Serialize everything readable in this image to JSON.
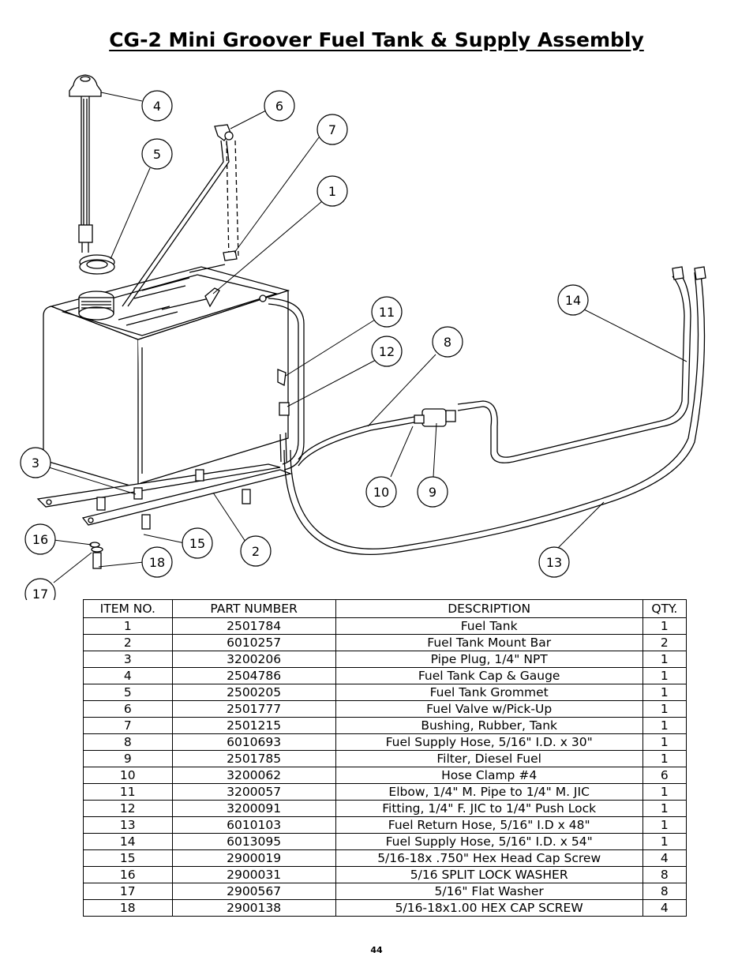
{
  "title": "CG-2 Mini Groover Fuel Tank & Supply Assembly",
  "callouts": [
    "4",
    "6",
    "7",
    "5",
    "1",
    "14",
    "11",
    "8",
    "12",
    "3",
    "10",
    "9",
    "16",
    "15",
    "2",
    "18",
    "13",
    "17"
  ],
  "table": {
    "headers": [
      "ITEM NO.",
      "PART NUMBER",
      "DESCRIPTION",
      "QTY."
    ],
    "rows": [
      [
        "1",
        "2501784",
        "Fuel Tank",
        "1"
      ],
      [
        "2",
        "6010257",
        "Fuel Tank Mount Bar",
        "2"
      ],
      [
        "3",
        "3200206",
        "Pipe Plug, 1/4\" NPT",
        "1"
      ],
      [
        "4",
        "2504786",
        "Fuel Tank Cap & Gauge",
        "1"
      ],
      [
        "5",
        "2500205",
        "Fuel Tank Grommet",
        "1"
      ],
      [
        "6",
        "2501777",
        "Fuel Valve w/Pick-Up",
        "1"
      ],
      [
        "7",
        "2501215",
        "Bushing, Rubber, Tank",
        "1"
      ],
      [
        "8",
        "6010693",
        "Fuel Supply Hose, 5/16\" I.D. x 30\"",
        "1"
      ],
      [
        "9",
        "2501785",
        "Filter, Diesel Fuel",
        "1"
      ],
      [
        "10",
        "3200062",
        "Hose Clamp #4",
        "6"
      ],
      [
        "11",
        "3200057",
        "Elbow, 1/4\" M. Pipe to 1/4\" M. JIC",
        "1"
      ],
      [
        "12",
        "3200091",
        "Fitting, 1/4\" F. JIC to 1/4\" Push Lock",
        "1"
      ],
      [
        "13",
        "6010103",
        "Fuel Return Hose, 5/16\" I.D x 48\"",
        "1"
      ],
      [
        "14",
        "6013095",
        "Fuel Supply Hose, 5/16\" I.D. x 54\"",
        "1"
      ],
      [
        "15",
        "2900019",
        "5/16-18x .750\" Hex Head Cap Screw",
        "4"
      ],
      [
        "16",
        "2900031",
        "5/16 SPLIT LOCK WASHER",
        "8"
      ],
      [
        "17",
        "2900567",
        "5/16\" Flat Washer",
        "8"
      ],
      [
        "18",
        "2900138",
        "5/16-18x1.00 HEX CAP SCREW",
        "4"
      ]
    ]
  },
  "page_number": "44"
}
